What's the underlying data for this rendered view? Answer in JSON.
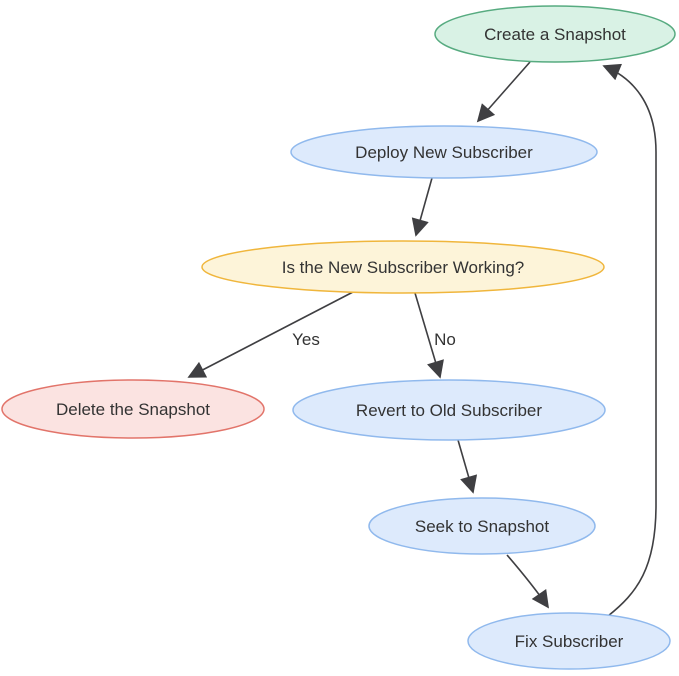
{
  "diagram": {
    "type": "flowchart",
    "background": "#ffffff",
    "edge_color": "#3f3f42",
    "text_color": "#333333",
    "nodes": [
      {
        "id": "create-snapshot",
        "label": "Create a Snapshot",
        "fill": "#d9f2e5",
        "stroke": "#57ab80"
      },
      {
        "id": "deploy-new-subscriber",
        "label": "Deploy New Subscriber",
        "fill": "#ddeafc",
        "stroke": "#90b9ed"
      },
      {
        "id": "is-new-subscriber-working",
        "label": "Is the New Subscriber Working?",
        "fill": "#fdf4d9",
        "stroke": "#f0b63c"
      },
      {
        "id": "delete-the-snapshot",
        "label": "Delete the Snapshot",
        "fill": "#fbe3e1",
        "stroke": "#e2746a"
      },
      {
        "id": "revert-to-old-subscriber",
        "label": "Revert to Old Subscriber",
        "fill": "#ddeafc",
        "stroke": "#90b9ed"
      },
      {
        "id": "seek-to-snapshot",
        "label": "Seek to Snapshot",
        "fill": "#ddeafc",
        "stroke": "#90b9ed"
      },
      {
        "id": "fix-subscriber",
        "label": "Fix Subscriber",
        "fill": "#ddeafc",
        "stroke": "#90b9ed"
      }
    ],
    "edges": [
      {
        "from": "create-snapshot",
        "to": "deploy-new-subscriber",
        "label": ""
      },
      {
        "from": "deploy-new-subscriber",
        "to": "is-new-subscriber-working",
        "label": ""
      },
      {
        "from": "is-new-subscriber-working",
        "to": "delete-the-snapshot",
        "label": "Yes"
      },
      {
        "from": "is-new-subscriber-working",
        "to": "revert-to-old-subscriber",
        "label": "No"
      },
      {
        "from": "revert-to-old-subscriber",
        "to": "seek-to-snapshot",
        "label": ""
      },
      {
        "from": "seek-to-snapshot",
        "to": "fix-subscriber",
        "label": ""
      },
      {
        "from": "fix-subscriber",
        "to": "create-snapshot",
        "label": ""
      }
    ]
  }
}
